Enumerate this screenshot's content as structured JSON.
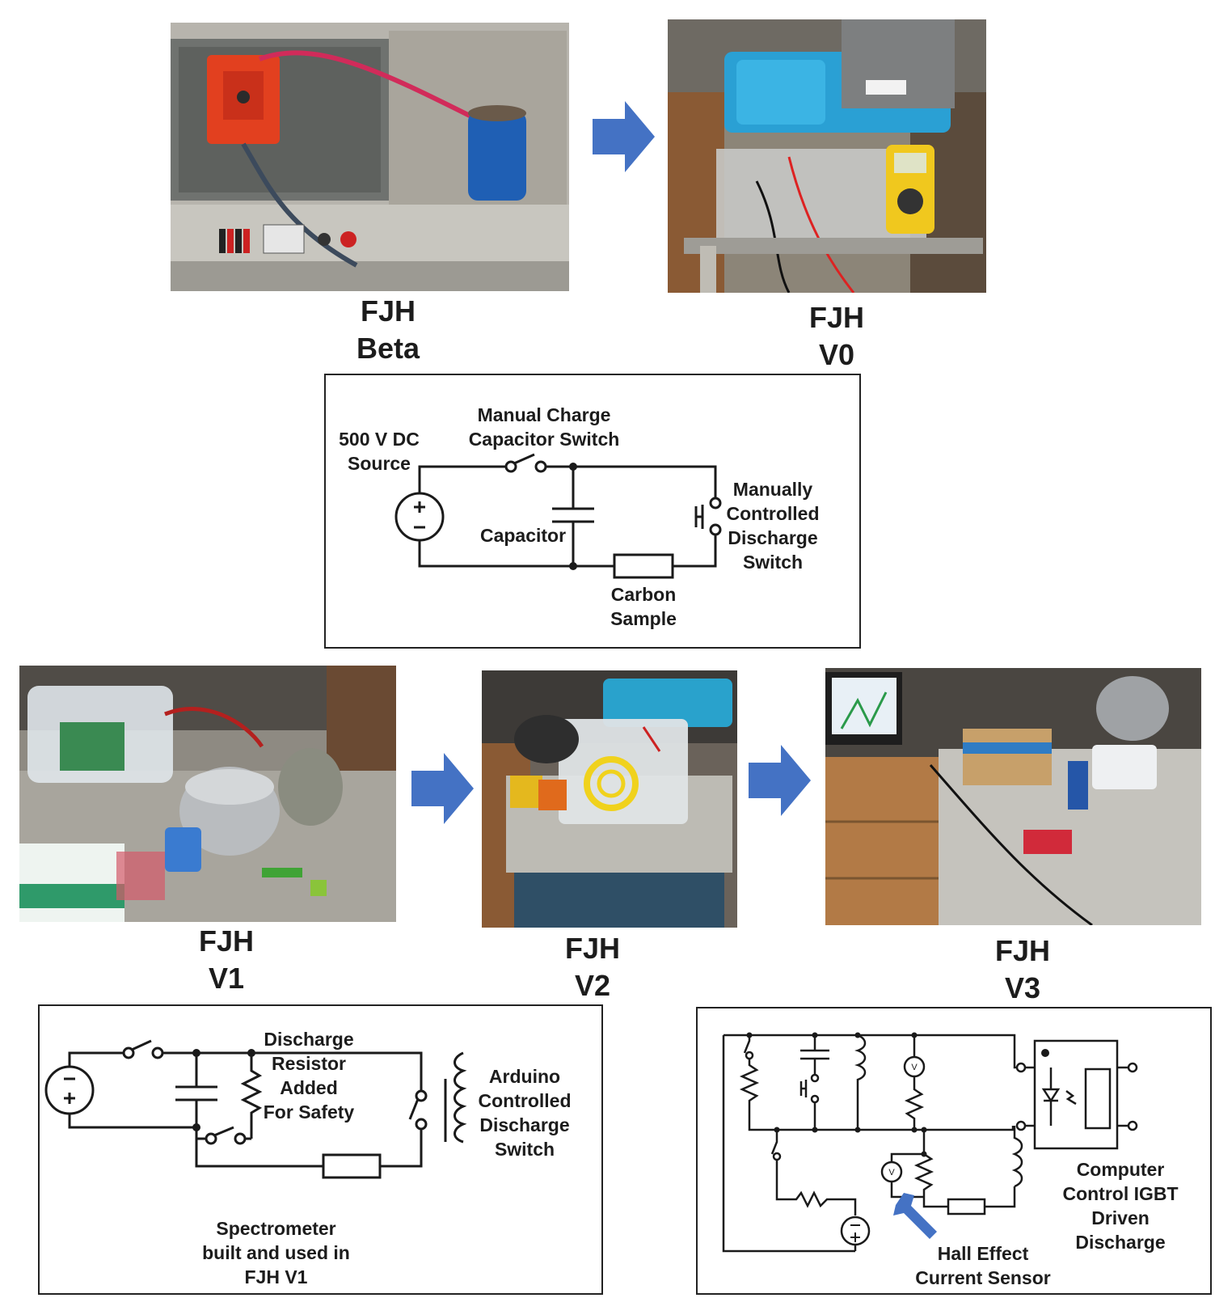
{
  "stages": {
    "beta": {
      "line1": "FJH",
      "line2": "Beta"
    },
    "v0": {
      "line1": "FJH",
      "line2": "V0"
    },
    "v1": {
      "line1": "FJH",
      "line2": "V1"
    },
    "v2": {
      "line1": "FJH",
      "line2": "V2"
    },
    "v3": {
      "line1": "FJH",
      "line2": "V3"
    }
  },
  "circuit_v0": {
    "source": [
      "500 V DC",
      "Source"
    ],
    "charge_switch": [
      "Manual Charge",
      "Capacitor Switch"
    ],
    "capacitor": "Capacitor",
    "discharge_switch": [
      "Manually",
      "Controlled",
      "Discharge",
      "Switch"
    ],
    "sample": [
      "Carbon",
      "Sample"
    ]
  },
  "circuit_v1": {
    "resistor_note": [
      "Discharge",
      "Resistor",
      "Added",
      "For Safety"
    ],
    "arduino_switch": [
      "Arduino",
      "Controlled",
      "Discharge",
      "Switch"
    ],
    "spectrometer_note": [
      "Spectrometer",
      "built and used in",
      "FJH V1"
    ]
  },
  "circuit_v3": {
    "igbt_note": [
      "Computer",
      "Control IGBT",
      "Driven",
      "Discharge"
    ],
    "sensor_note": [
      "Hall Effect",
      "Current Sensor"
    ]
  },
  "colors": {
    "arrow": "#4472c4",
    "line": "#1a1a1a"
  }
}
